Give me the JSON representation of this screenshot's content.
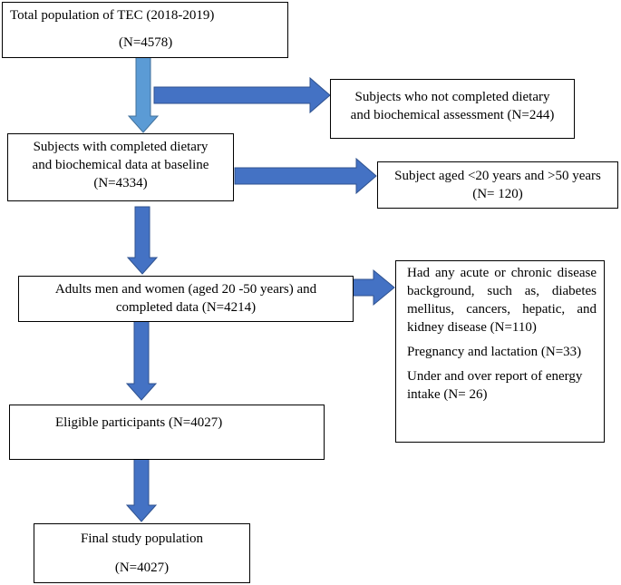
{
  "boxes": {
    "total": {
      "line1": "Total population of TEC (2018-2019)",
      "line2": "(N=4578)"
    },
    "not_completed": {
      "line1": "Subjects who not completed dietary",
      "line2": "and biochemical assessment (N=244)"
    },
    "completed": {
      "line1": "Subjects with completed dietary",
      "line2": "and biochemical data at baseline",
      "line3": "(N=4334)"
    },
    "aged": {
      "line1": "Subject aged <20 years and >50 years",
      "line2": "(N= 120)"
    },
    "adults": {
      "line1": "Adults men and women (aged 20 -50 years) and",
      "line2": "completed data (N=4214)"
    },
    "exclusions": {
      "disease": "Had any acute or chronic disease background, such as, diabetes mellitus, cancers, hepatic, and kidney disease (N=110)",
      "pregnancy": "Pregnancy and lactation (N=33)",
      "energy": "Under and over report of energy intake (N= 26)"
    },
    "eligible": {
      "line1": "Eligible participants (N=4027)"
    },
    "final": {
      "line1": "Final study population",
      "line2": "(N=4027)"
    }
  },
  "colors": {
    "arrow_fill": "#4472C4",
    "arrow_light_fill": "#5B9BD5",
    "arrow_stroke": "#2F528F"
  }
}
